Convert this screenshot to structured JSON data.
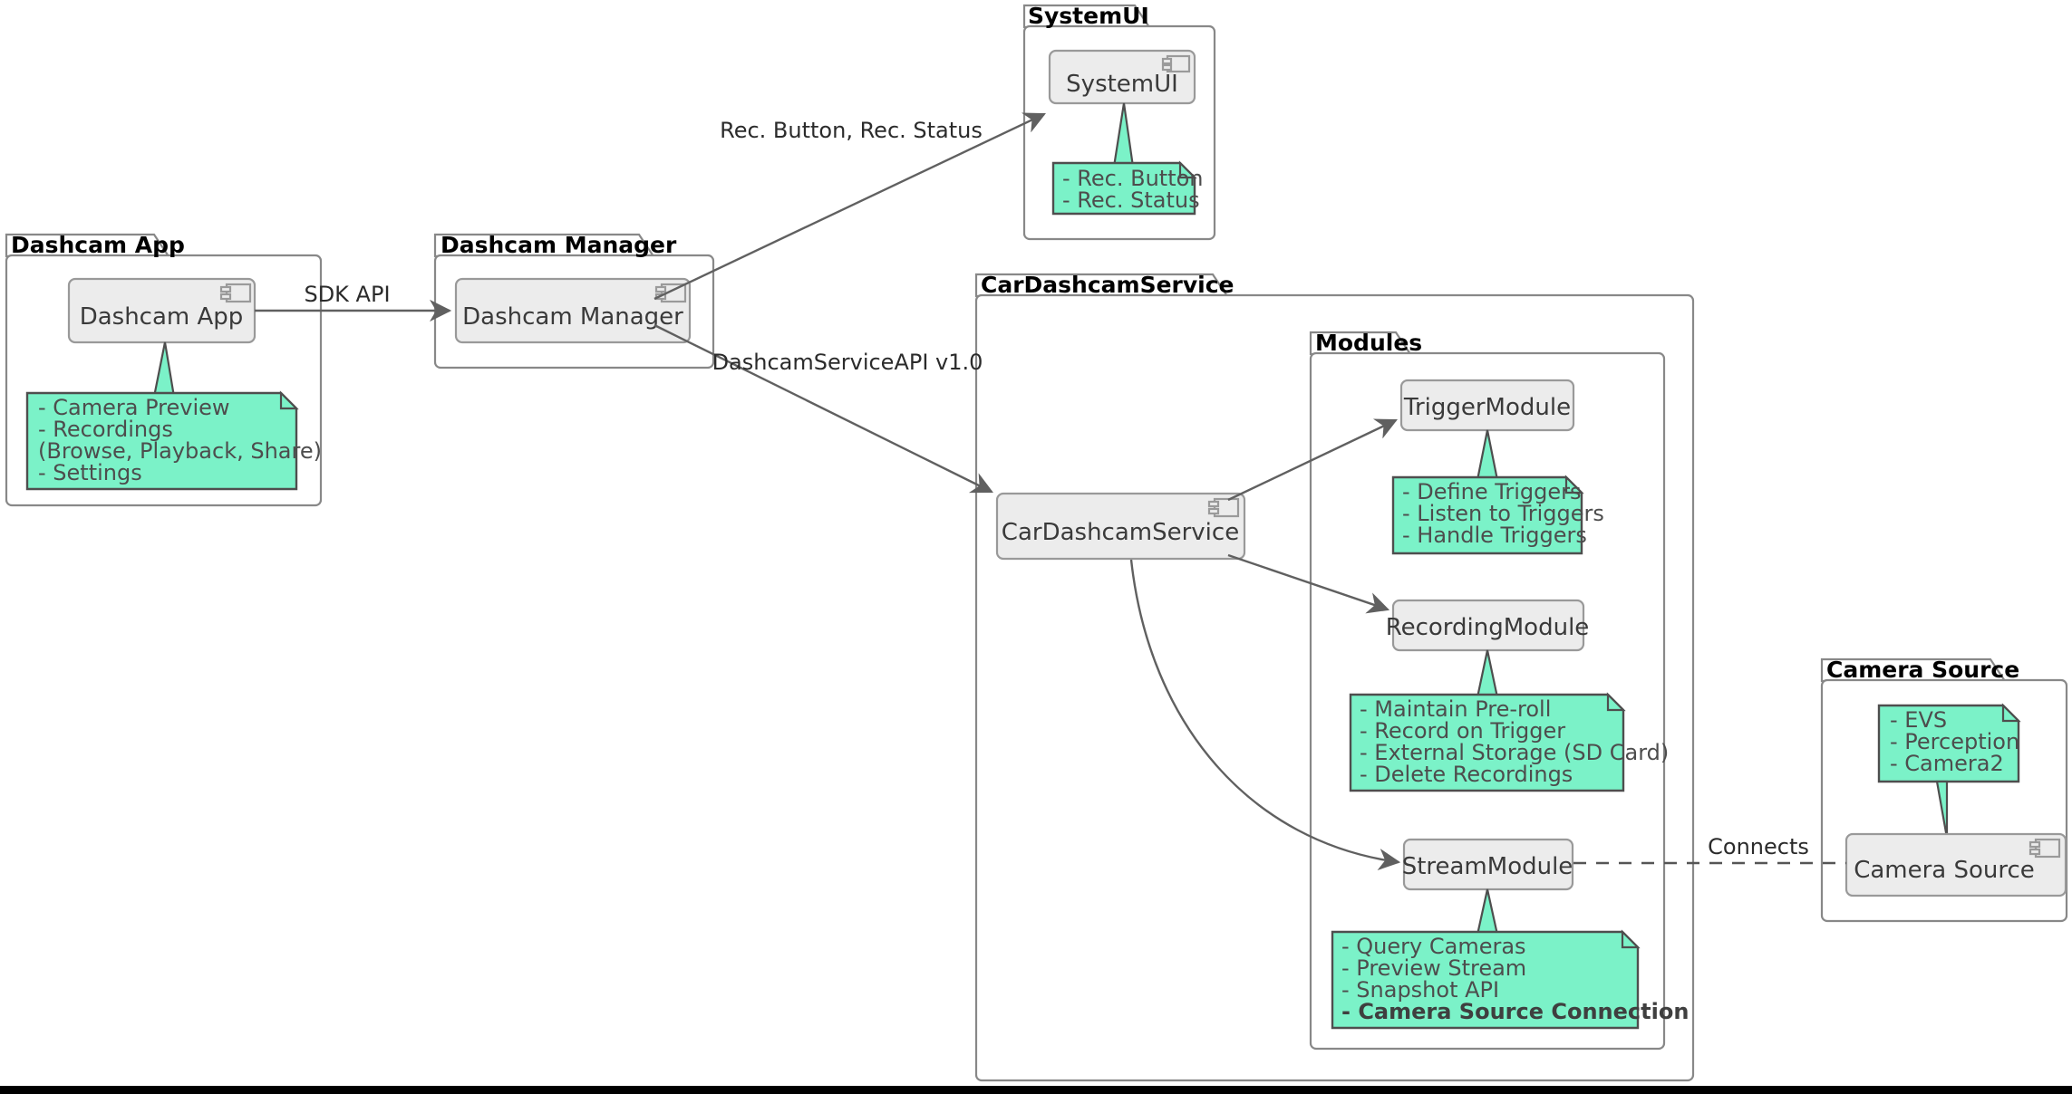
{
  "diagram": {
    "title": "Dashcam Architecture Component Diagram",
    "type": "uml-component-diagram",
    "colors": {
      "note_fill": "#7BF2C8",
      "note_border": "#4E4E4E",
      "component_fill": "#ECECEC",
      "component_border": "#999999",
      "package_border": "#888888",
      "edge": "#606060",
      "text": "#3A3A3A"
    }
  },
  "packages": {
    "dashcam_app": {
      "title": "Dashcam App",
      "component_label": "Dashcam App",
      "note_lines": [
        "- Camera Preview",
        "- Recordings",
        "  (Browse, Playback, Share)",
        "- Settings"
      ]
    },
    "dashcam_manager": {
      "title": "Dashcam Manager",
      "component_label": "Dashcam Manager"
    },
    "system_ui": {
      "title": "SystemUI",
      "component_label": "SystemUI",
      "note_lines": [
        "- Rec. Button",
        "- Rec. Status"
      ]
    },
    "car_dashcam_service": {
      "title": "CarDashcamService",
      "component_label": "CarDashcamService"
    },
    "modules": {
      "title": "Modules",
      "trigger_module": {
        "label": "TriggerModule",
        "note_lines": [
          "- Define Triggers",
          "- Listen to Triggers",
          "- Handle Triggers"
        ]
      },
      "recording_module": {
        "label": "RecordingModule",
        "note_lines": [
          "- Maintain Pre-roll",
          "- Record on Trigger",
          "- External Storage (SD Card)",
          "- Delete Recordings"
        ]
      },
      "stream_module": {
        "label": "StreamModule",
        "note_lines": [
          "- Query Cameras",
          "- Preview Stream",
          "- Snapshot API",
          "- Camera Source Connection"
        ],
        "note_bold_index": 3
      }
    },
    "camera_source": {
      "title": "Camera Source",
      "component_label": "Camera Source",
      "note_lines": [
        "- EVS",
        "- Perception",
        "- Camera2"
      ]
    }
  },
  "edges": {
    "app_to_manager": "SDK API",
    "manager_to_systemui": "Rec. Button, Rec. Status",
    "manager_to_service": "DashcamServiceAPI v1.0",
    "stream_to_camera": "Connects"
  }
}
